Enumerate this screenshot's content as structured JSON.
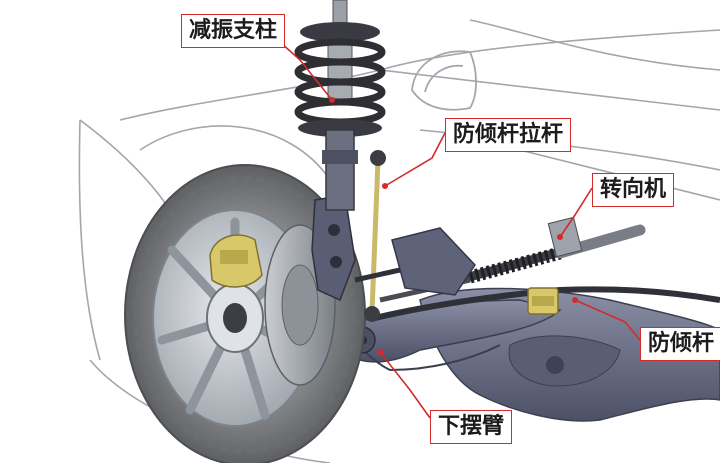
{
  "labels": {
    "shock_strut": "减振支柱",
    "stabilizer_link": "防倾杆拉杆",
    "steering_gear": "转向机",
    "stabilizer_bar": "防倾杆",
    "lower_control_arm": "下摆臂"
  },
  "colors": {
    "callout_line": "#d42a2a",
    "callout_text": "#1c1c1c",
    "car_outline": "#9aa0a6",
    "tire": "#7d7f82",
    "rim": "#c3c8ce",
    "subframe": "#6b6f86",
    "caliper": "#d8c86a",
    "spring": "#2e2e33"
  }
}
